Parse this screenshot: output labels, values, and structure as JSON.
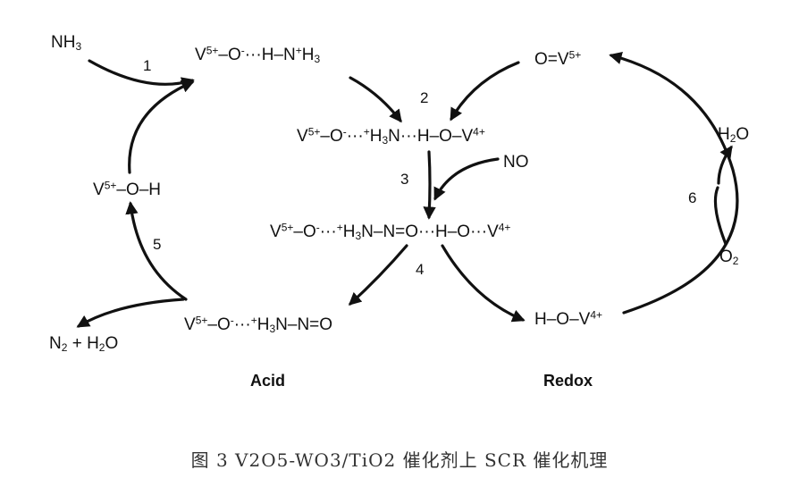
{
  "diagram": {
    "species": {
      "nh3": "NH3",
      "v_o_hn_h3": "V5+–O-···H–N+H3",
      "v_o_h3n_h_o_v": "V5+–O-···+H3N···H–O–V4+",
      "no": "NO",
      "v_o_h3n_n_o_h_o_v": "V5+–O-···+H3N–N=O···H–O···V4+",
      "v_o_h": "V5+–O–H",
      "v_o_h2n_n_o": "V5+–O-···+H3N–N=O",
      "n2_h2o": "N2 + H2O",
      "ov": "O=V5+",
      "h2o": "H2O",
      "o2": "O2",
      "h_o_v": "H–O–V4+"
    },
    "steps": [
      "1",
      "2",
      "3",
      "4",
      "5",
      "6"
    ],
    "cycles": {
      "acid": "Acid",
      "redox": "Redox"
    }
  },
  "caption": "图 3 V2O5-WO3/TiO2 催化剂上 SCR 催化机理"
}
